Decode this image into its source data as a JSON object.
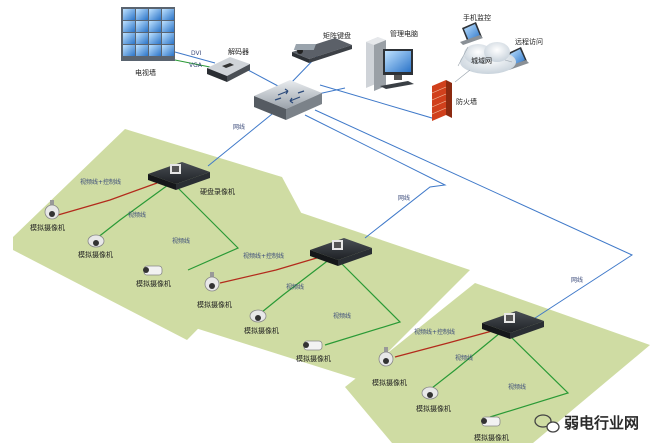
{
  "devices": {
    "video_wall": "电视墙",
    "decoder": "解码器",
    "matrix_keyboard": "矩阵键盘",
    "mgmt_pc": "管理电脑",
    "mobile_monitor": "手机监控",
    "remote_access": "远程访问",
    "internet": "城域网",
    "firewall": "防火墙",
    "dvr": "硬盘录像机",
    "analog_camera": "模拟摄像机"
  },
  "cables": {
    "network": "网线",
    "dvi": "DVI",
    "vga": "VGA",
    "video": "视频线",
    "video_control": "视频线+控制线"
  },
  "watermark": "弱电行业网",
  "colors": {
    "zone_fill": "#cfdca3",
    "network_line": "#3f79c9",
    "control_line": "#b32b1c",
    "video_line": "#2a9a36"
  }
}
